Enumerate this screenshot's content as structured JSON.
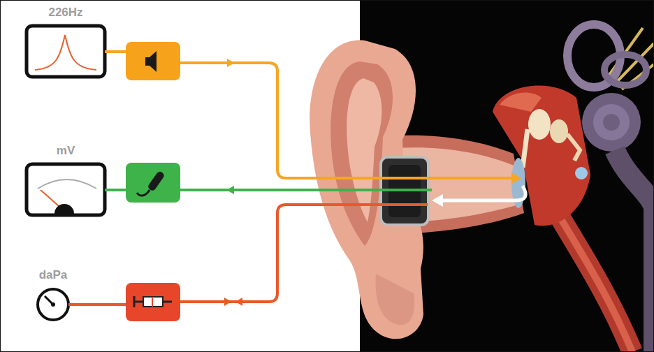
{
  "diagram": {
    "nodes": [
      {
        "text": [
          "226Hz"
        ]
      },
      {
        "text": [
          "mV"
        ]
      },
      {
        "text": [
          "daPa"
        ]
      }
    ]
  }
}
